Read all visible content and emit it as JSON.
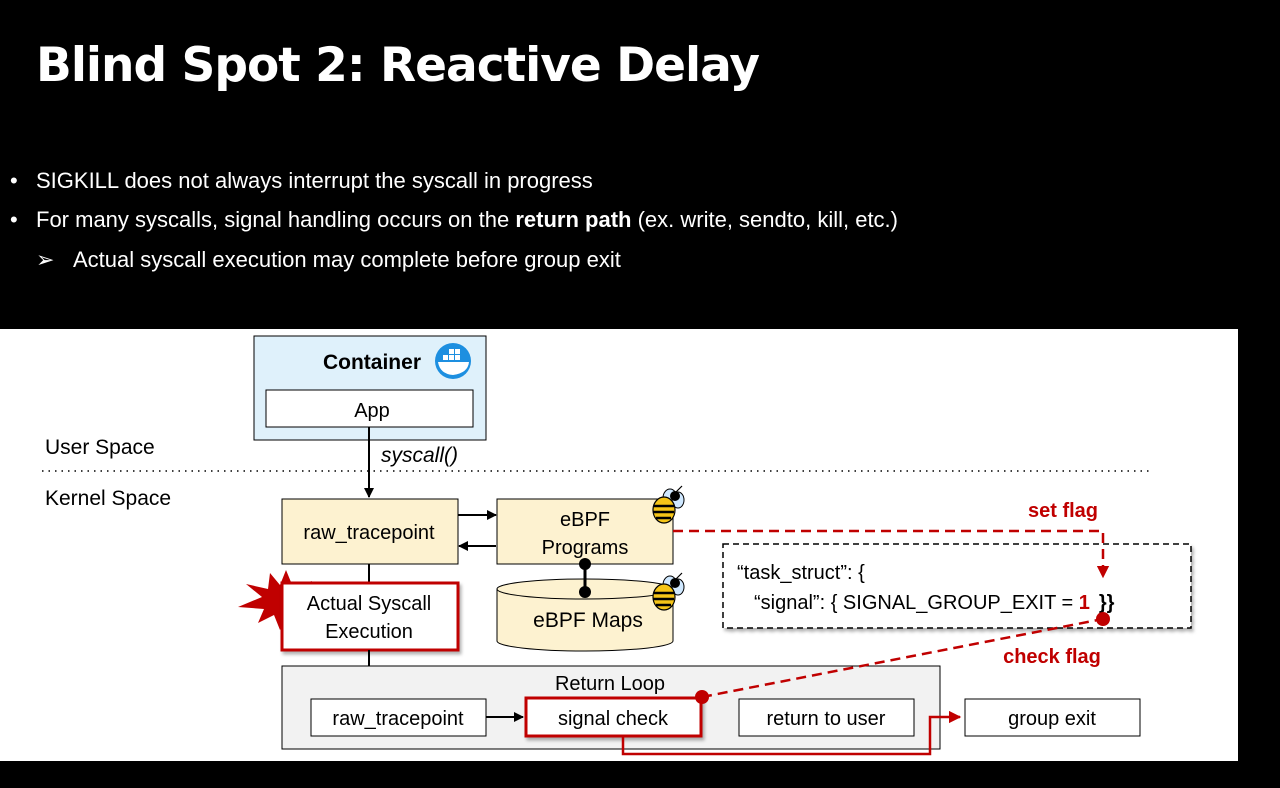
{
  "title": "Blind Spot 2: Reactive Delay",
  "bullets": [
    {
      "marker": "•",
      "text": "SIGKILL does not always interrupt the syscall in progress"
    },
    {
      "marker": "•",
      "before": "For many syscalls, signal handling occurs on the ",
      "bold": "return path",
      "after": " (ex. write, sendto, kill, etc.)"
    },
    {
      "marker": "➢",
      "text": "Actual syscall execution may complete before group exit"
    }
  ],
  "diagram": {
    "container_label": "Container",
    "app_label": "App",
    "syscall_label": "syscall()",
    "user_space_label": "User Space",
    "kernel_space_label": "Kernel Space",
    "raw_tracepoint_label": "raw_tracepoint",
    "ebpf_programs_line1": "eBPF",
    "ebpf_programs_line2": "Programs",
    "ebpf_maps_label": "eBPF Maps",
    "actual_syscall_line1": "Actual Syscall",
    "actual_syscall_line2": "Execution",
    "set_flag_label": "set flag",
    "check_flag_label": "check flag",
    "task_struct_line1": "“task_struct”: {",
    "task_struct_line2_prefix": "“signal”: { SIGNAL_GROUP_EXIT = ",
    "task_struct_flag_value": "1",
    "task_struct_line2_suffix": "}}",
    "return_loop_label": "Return Loop",
    "loop_raw_tracepoint_label": "raw_tracepoint",
    "signal_check_label": "signal check",
    "return_to_user_label": "return to user",
    "group_exit_label": "group exit",
    "icons": [
      "docker-whale-icon",
      "bee-icon",
      "bee-icon",
      "explosion-icon"
    ],
    "colors": {
      "accent_red": "#c00000",
      "container_fill": "#dff1fb",
      "ebpf_fill": "#fdf2d0",
      "loop_fill": "#f2f2f2"
    }
  }
}
